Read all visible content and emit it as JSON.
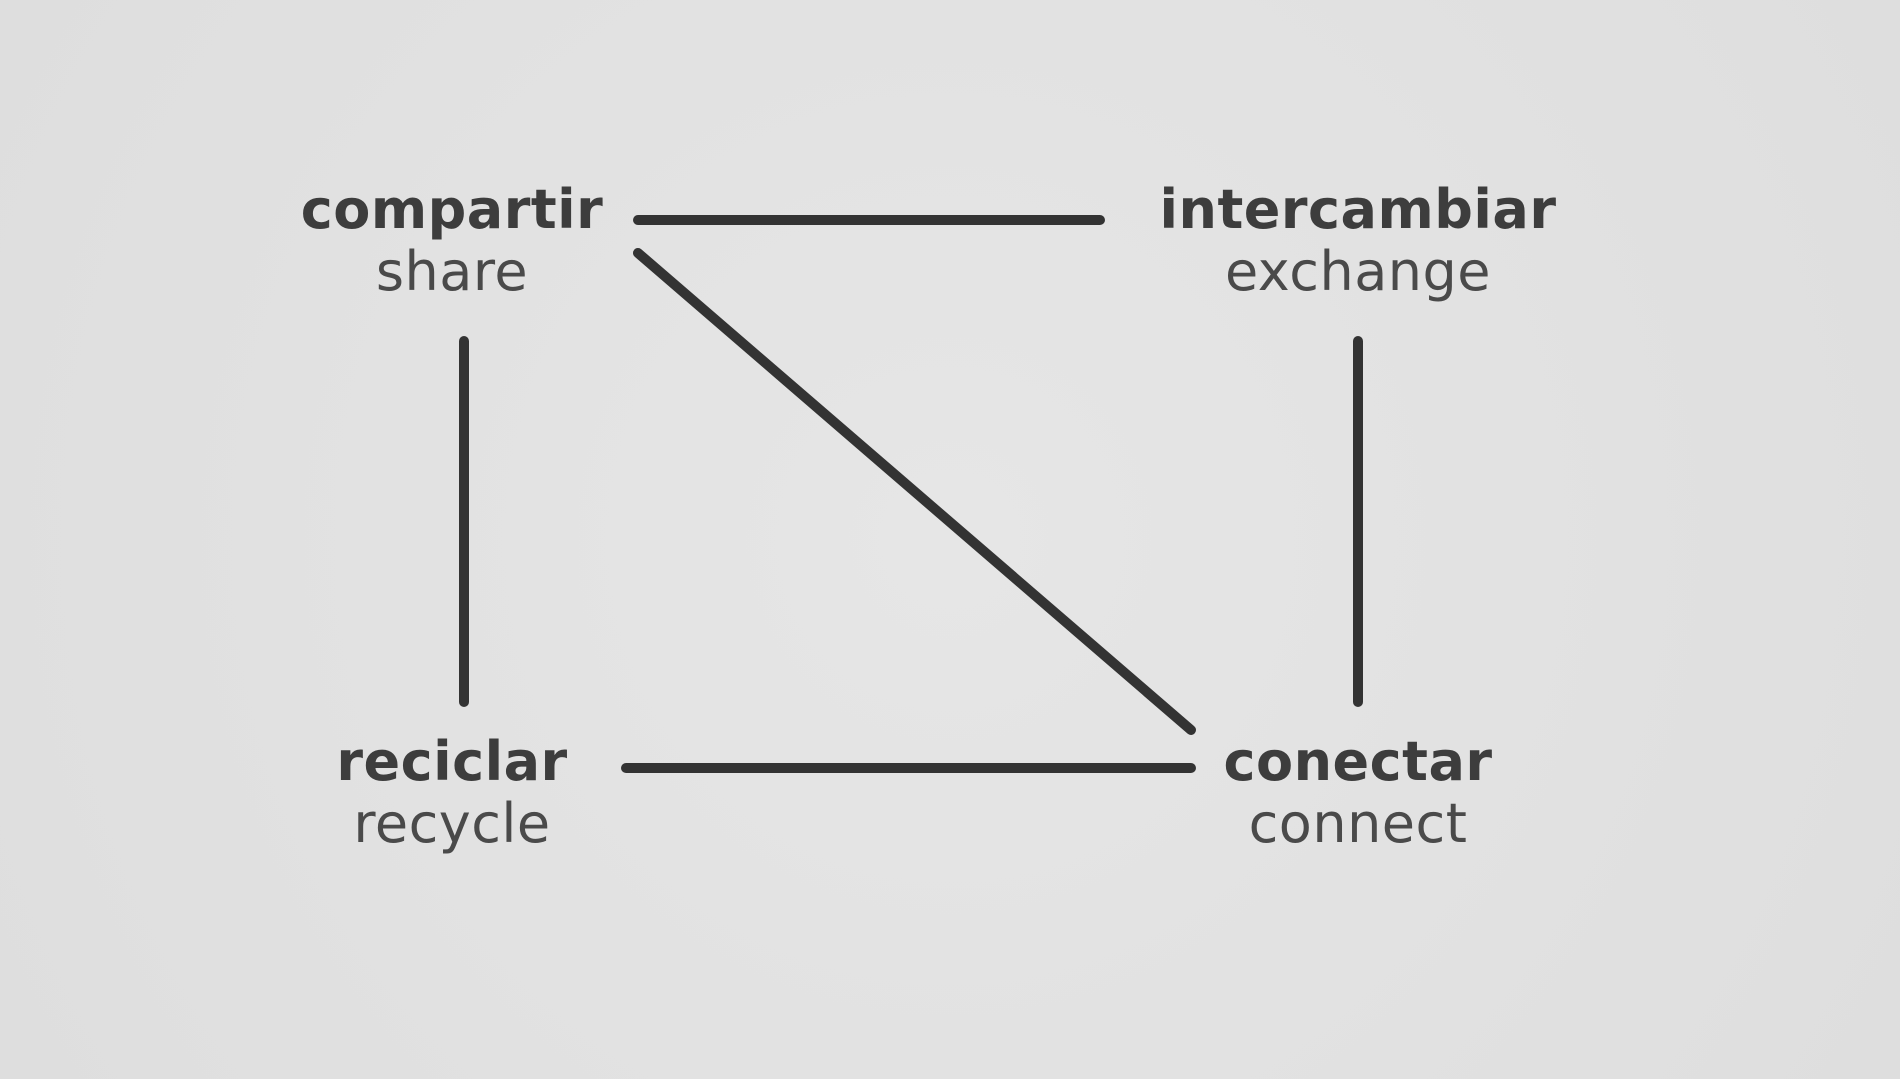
{
  "colors": {
    "background": "#e2e2e2",
    "stroke": "#333333",
    "text_primary": "#3d3d3d",
    "text_secondary": "#4a4a4a"
  },
  "nodes": {
    "compartir": {
      "es": "compartir",
      "en": "share"
    },
    "intercambiar": {
      "es": "intercambiar",
      "en": "exchange"
    },
    "reciclar": {
      "es": "reciclar",
      "en": "recycle"
    },
    "conectar": {
      "es": "conectar",
      "en": "connect"
    }
  },
  "edges": [
    {
      "from": "compartir",
      "to": "intercambiar"
    },
    {
      "from": "compartir",
      "to": "reciclar"
    },
    {
      "from": "compartir",
      "to": "conectar"
    },
    {
      "from": "intercambiar",
      "to": "conectar"
    },
    {
      "from": "reciclar",
      "to": "conectar"
    }
  ]
}
